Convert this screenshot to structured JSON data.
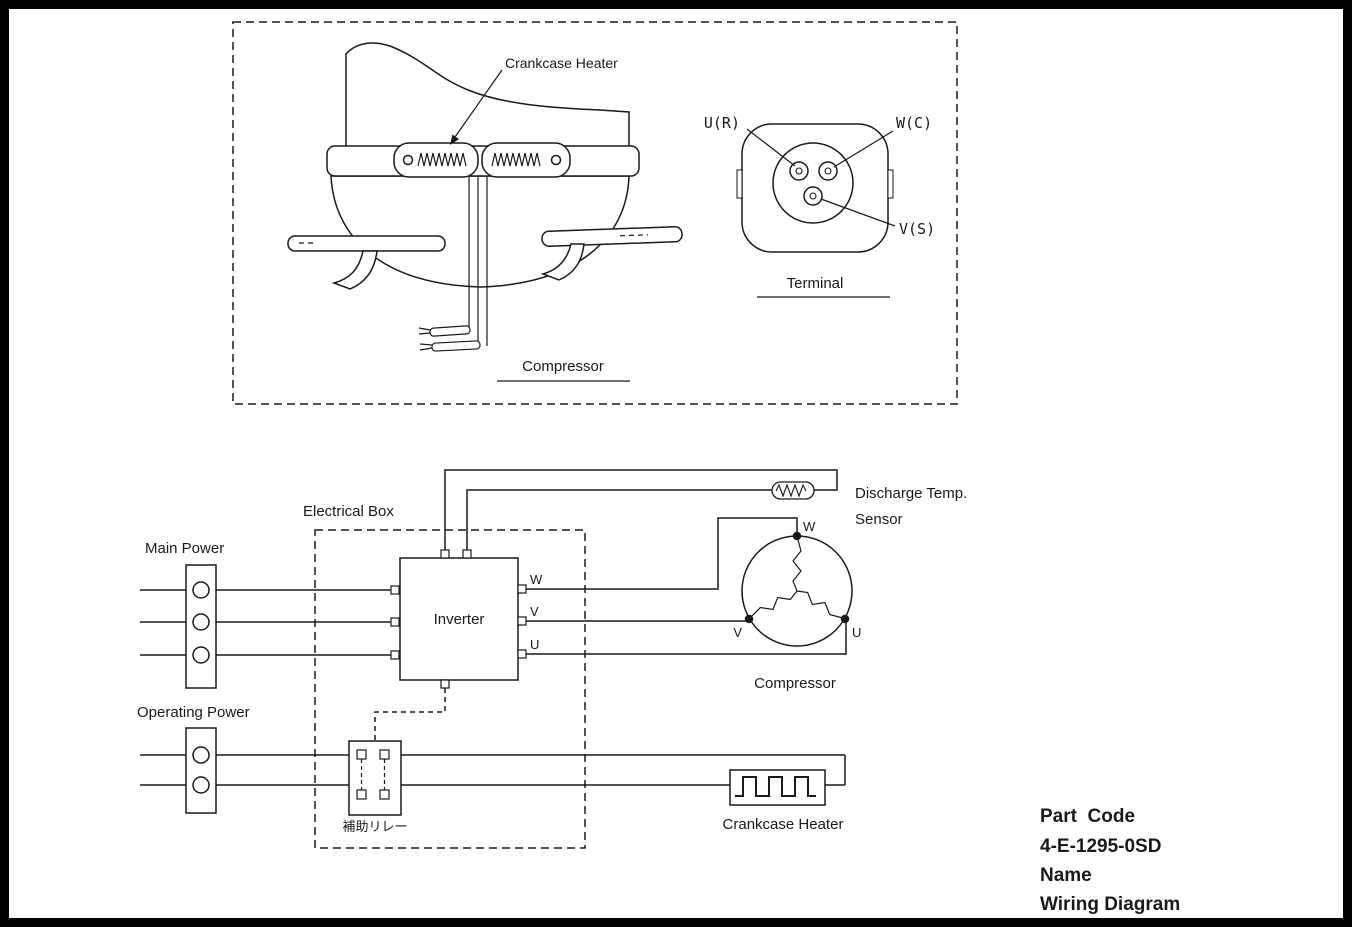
{
  "colors": {
    "ink": "#1a1a1a",
    "background": "#ffffff"
  },
  "top": {
    "crankcase_heater": "Crankcase Heater",
    "compressor": "Compressor",
    "terminal": {
      "title": "Terminal",
      "u": "U(R)",
      "w": "W(C)",
      "v": "V(S)"
    }
  },
  "wiring": {
    "electrical_box": "Electrical Box",
    "main_power": "Main Power",
    "operating_power": "Operating Power",
    "inverter": "Inverter",
    "out_w": "W",
    "out_v": "V",
    "out_u": "U",
    "discharge_line1": "Discharge Temp.",
    "discharge_line2": "Sensor",
    "comp_w": "W",
    "comp_v": "V",
    "comp_u": "U",
    "compressor": "Compressor",
    "relay": "補助リレー",
    "crankcase_heater": "Crankcase Heater"
  },
  "title_block": {
    "part_code_label": "Part  Code",
    "part_code_value": "4-E-1295-0SD",
    "name_label": "Name",
    "name_value": "Wiring Diagram"
  }
}
